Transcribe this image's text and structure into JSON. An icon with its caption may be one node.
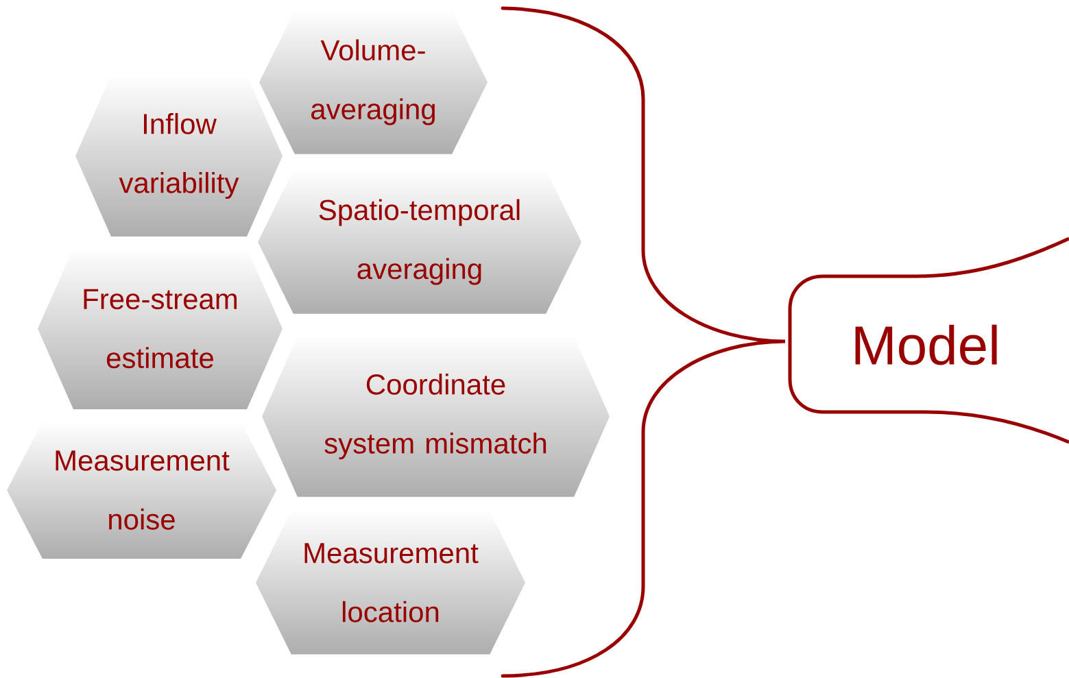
{
  "diagram": {
    "nodes": [
      {
        "text": [
          "Volume-averaging"
        ]
      },
      {
        "text": [
          "Inflow variability"
        ]
      },
      {
        "text": [
          "Spatio-temporal averaging"
        ]
      },
      {
        "text": [
          "Free-stream estimate"
        ]
      },
      {
        "text": [
          "Coordinate system mismatch"
        ]
      },
      {
        "text": [
          "Measurement noise"
        ]
      },
      {
        "text": [
          "Measurement location"
        ]
      },
      {
        "text": [
          "Model"
        ]
      }
    ]
  }
}
